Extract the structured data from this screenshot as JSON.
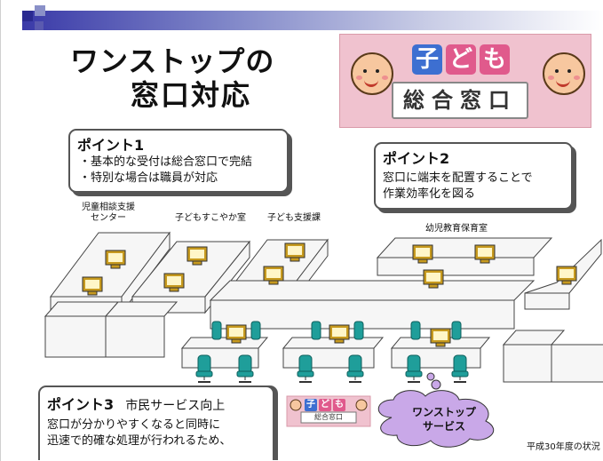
{
  "title": {
    "line1": "ワンストップの",
    "line2": "窓口対応"
  },
  "logo_sign": {
    "tiles": [
      "子",
      "ど",
      "も"
    ],
    "subtitle": "総合窓口",
    "tile_colors": [
      "#3d6fd1",
      "#e05a8c",
      "#e05a8c"
    ]
  },
  "point1": {
    "title": "ポイント1",
    "items": [
      "・基本的な受付は総合窓口で完結",
      "・特別な場合は職員が対応"
    ]
  },
  "point2": {
    "title": "ポイント2",
    "lines": [
      "窓口に端末を配置することで",
      "作業効率化を図る"
    ]
  },
  "point3": {
    "title": "ポイント3",
    "subtitle": "市民サービス向上",
    "lines": [
      "窓口が分かりやすくなると同時に",
      "迅速で的確な処理が行われるため、"
    ]
  },
  "departments": {
    "jido_line1": "児童相談支援",
    "jido_line2": "センター",
    "sukoyaka": "子どもすこやか室",
    "shienka": "子ども支援課",
    "yoji": "幼児教育保育室"
  },
  "small_sign": {
    "tiles": [
      "子",
      "ど",
      "も"
    ],
    "subtitle": "総合窓口"
  },
  "cloud": {
    "line1": "ワンストップ",
    "line2": "サービス"
  },
  "footer": "平成30年度の状況",
  "colors": {
    "chair": "#1f9e9a",
    "monitor": "#c79a1e",
    "desk_top": "#f4f4f4",
    "desk_line": "#444444"
  },
  "icons": [
    "computer-monitor-icon",
    "office-chair-icon",
    "child-face-icon",
    "thought-cloud-icon"
  ]
}
